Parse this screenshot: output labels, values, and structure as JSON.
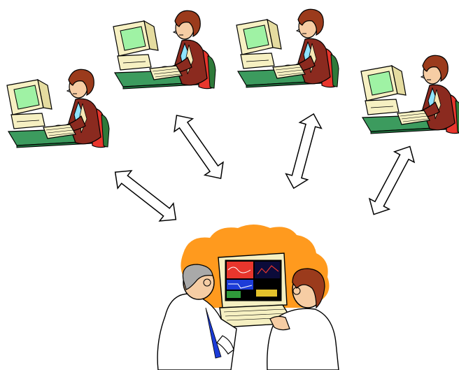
{
  "diagram": {
    "description_visible_text": "",
    "nodes": [
      {
        "id": "workstation-1",
        "kind": "user-at-computer"
      },
      {
        "id": "workstation-2",
        "kind": "user-at-computer"
      },
      {
        "id": "workstation-3",
        "kind": "user-at-computer"
      },
      {
        "id": "workstation-4",
        "kind": "user-at-computer"
      },
      {
        "id": "central-station",
        "kind": "two-scientists-at-monitoring-computer"
      }
    ],
    "edges": [
      {
        "from": "workstation-1",
        "to": "central-station",
        "style": "double-headed-arrow"
      },
      {
        "from": "workstation-2",
        "to": "central-station",
        "style": "double-headed-arrow"
      },
      {
        "from": "workstation-3",
        "to": "central-station",
        "style": "double-headed-arrow"
      },
      {
        "from": "workstation-4",
        "to": "central-station",
        "style": "double-headed-arrow"
      }
    ],
    "colors": {
      "monitor_body": "#f6f0c2",
      "monitor_outline": "#000000",
      "screen_green": "#9ff2a4",
      "desk_green": "#3c9b5e",
      "jacket_brown": "#8b2a1f",
      "hair_brown": "#9b3b1c",
      "skin": "#f6cda4",
      "chair_red": "#e8362d",
      "chair_green": "#2f7a3a",
      "tie_blue": "#8fe3ff",
      "blob_orange": "#ff9a1e",
      "lab_coat": "#ffffff",
      "gray_hair": "#a9a9a9",
      "arrow_fill": "#ffffff",
      "arrow_stroke": "#000000"
    }
  }
}
